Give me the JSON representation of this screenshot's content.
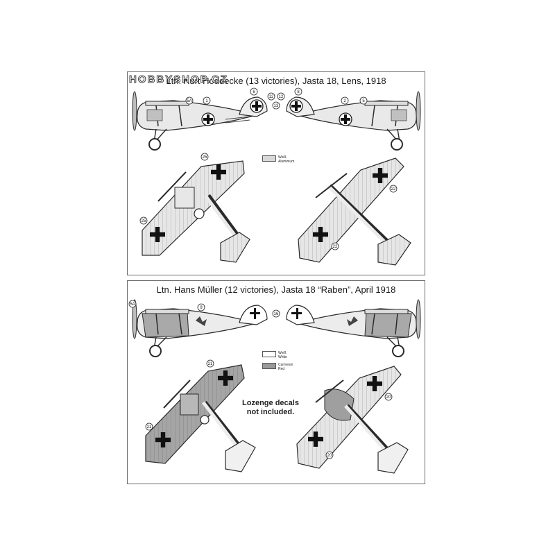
{
  "watermark": "HOBBYSHOP.CZ",
  "panel1": {
    "title": "Ltn. Kurt Hoddecke (13 victories), Jasta 18, Lens, 1918",
    "legend": [
      {
        "color": "#d8d8d8",
        "label1": "Weiß",
        "label2": "Aluminium"
      }
    ],
    "callouts": [
      "1",
      "2",
      "5",
      "5A",
      "6",
      "8",
      "12",
      "12",
      "13",
      "22",
      "22",
      "25",
      "25"
    ]
  },
  "panel2": {
    "title": "Ltn. Hans Müller (12 victories), Jasta 18 “Raben”, April 1918",
    "legend": [
      {
        "color": "#ffffff",
        "label1": "Weiß",
        "label2": "White"
      },
      {
        "color": "#9a9a9a",
        "label1": "Carmesin",
        "label2": "Red"
      }
    ],
    "note_line1": "Lozenge decals",
    "note_line2": "not included.",
    "callouts": [
      "9",
      "16",
      "5A",
      "21",
      "21",
      "20",
      "20"
    ]
  },
  "colors": {
    "outline": "#2a2a2a",
    "silver": "#e4e4e4",
    "grey": "#a8a8a8",
    "red": "#9a9a9a",
    "cross": "#111111"
  }
}
